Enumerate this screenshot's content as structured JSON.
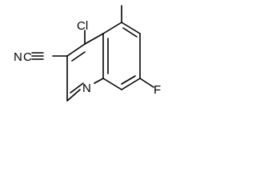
{
  "structure": {
    "atoms": {
      "chlorine": "Cl",
      "methyl": "",
      "ring_nitrogen": "N",
      "nitrile_nitrogen": "N",
      "nitrile_carbon": "C",
      "fluorine": "F"
    }
  },
  "colors": {
    "bond": "#000000",
    "text": "#000000",
    "background": "#ffffff"
  }
}
